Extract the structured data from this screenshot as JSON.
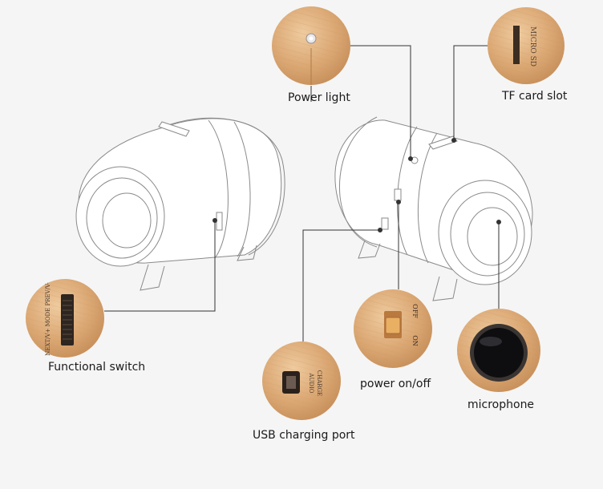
{
  "callouts": {
    "power_light": "Power light",
    "tf_card_slot": "TF card slot",
    "functional_switch": "Functional  switch",
    "power_on_off": "power on/off",
    "usb_charging_port": "USB charging port",
    "microphone": "microphone"
  },
  "imprints": {
    "micro_sd": "MICRO SD",
    "function_keys": "NEXT/V+ MODE PREV/V-",
    "off": "OFF",
    "on": "ON",
    "charge": "CHARGE",
    "audio": "AUDIO"
  },
  "colors": {
    "wood_light": "#e4b98b",
    "wood_mid": "#d09a66",
    "wood_dark": "#b57a45",
    "line": "#8a8a8a",
    "background": "#f5f5f5"
  }
}
